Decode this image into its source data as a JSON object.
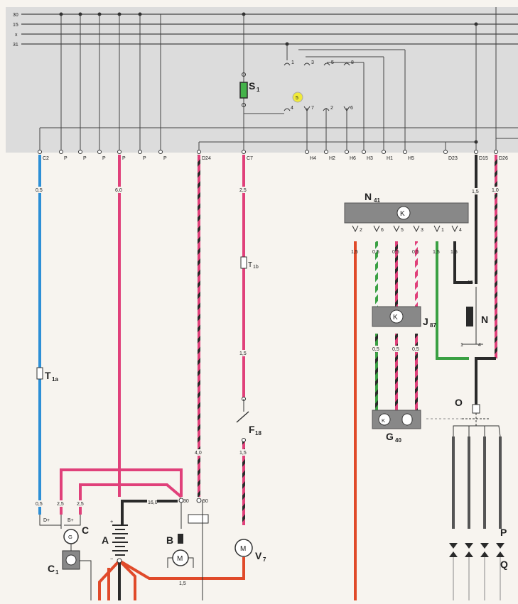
{
  "bus_labels": [
    "30",
    "15",
    "x",
    "31"
  ],
  "fuse_box": {
    "fuse": {
      "name": "S",
      "sub": "1"
    },
    "relay_position": "5",
    "top_contacts": [
      "1",
      "3",
      "5",
      "8"
    ],
    "lower_contacts": [
      "4",
      "7",
      "2",
      "6"
    ],
    "terminals": [
      "C2",
      "P",
      "P",
      "P",
      "P",
      "P",
      "P",
      "D24",
      "C7",
      "H4",
      "H2",
      "H6",
      "H3",
      "H1",
      "H5",
      "D23",
      "D15",
      "D26"
    ]
  },
  "wire_sizes": {
    "blue": "0,5",
    "pink_main": "6,0",
    "d24": "4,0",
    "c7_top": "2,5",
    "c7_mid": "1,5",
    "c7_low": "1,5",
    "d15": "1,5",
    "d26": "1,0",
    "alt_left": "2,5",
    "alt_right": "2,5",
    "alt_blue": "0,5",
    "battery": "16,0",
    "bottom": "1,5"
  },
  "terminal_labels": {
    "alt_d": "D+",
    "alt_b": "B+",
    "starter_30": "30",
    "starter_50": "50",
    "n_15": "15",
    "n_1": "1",
    "n_4": "4"
  },
  "components": {
    "A": "A",
    "B": "B",
    "C": "C",
    "C1": {
      "name": "C",
      "sub": "1"
    },
    "V7": {
      "name": "V",
      "sub": "7"
    },
    "F18": {
      "name": "F",
      "sub": "18"
    },
    "T1a": {
      "name": "T",
      "sub": "1a"
    },
    "T1b": {
      "name": "T",
      "sub": "1b"
    },
    "N41": {
      "name": "N",
      "sub": "41"
    },
    "J87": {
      "name": "J",
      "sub": "87"
    },
    "G40": {
      "name": "G",
      "sub": "40"
    },
    "N": "N",
    "O": "O",
    "P": "P",
    "Q": "Q"
  },
  "n41_pins": [
    "2",
    "6",
    "5",
    "3",
    "1",
    "4"
  ],
  "n41_wire_sizes": [
    "1,5",
    "0,5",
    "0,5",
    "0,5",
    "1,5",
    "1,5"
  ],
  "j87_wire_sizes": [
    "0,5",
    "0,5",
    "0,5"
  ],
  "icon_names": [
    "transistor-symbol",
    "motor-symbol",
    "battery-symbol",
    "switch-symbol",
    "connector-symbol",
    "spark-plug-symbol"
  ],
  "colors": {
    "blue_wire": "#2d8fd6",
    "pink_wire": "#e0407a",
    "red_wire": "#e04a2a",
    "green_wire": "#3aa043",
    "black_wire": "#2a2a2a",
    "fuse_box_fill": "#dcdcdc",
    "fuse_green": "#44b24a",
    "relay_yellow": "#f0ea3a"
  }
}
